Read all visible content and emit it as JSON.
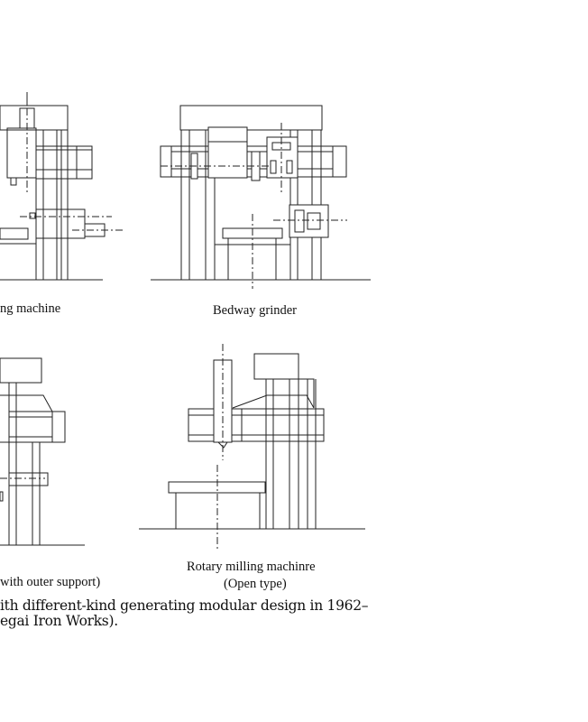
{
  "figure": {
    "labels": {
      "top_left": "ng machine",
      "top_right": "Bedway grinder",
      "bottom_left": "with outer support)",
      "bottom_right_line1": "Rotary milling machinre",
      "bottom_right_line2": "(Open type)"
    },
    "caption_line1": "ith different-kind generating modular design in 1962–",
    "caption_line2": "egai Iron Works)."
  }
}
